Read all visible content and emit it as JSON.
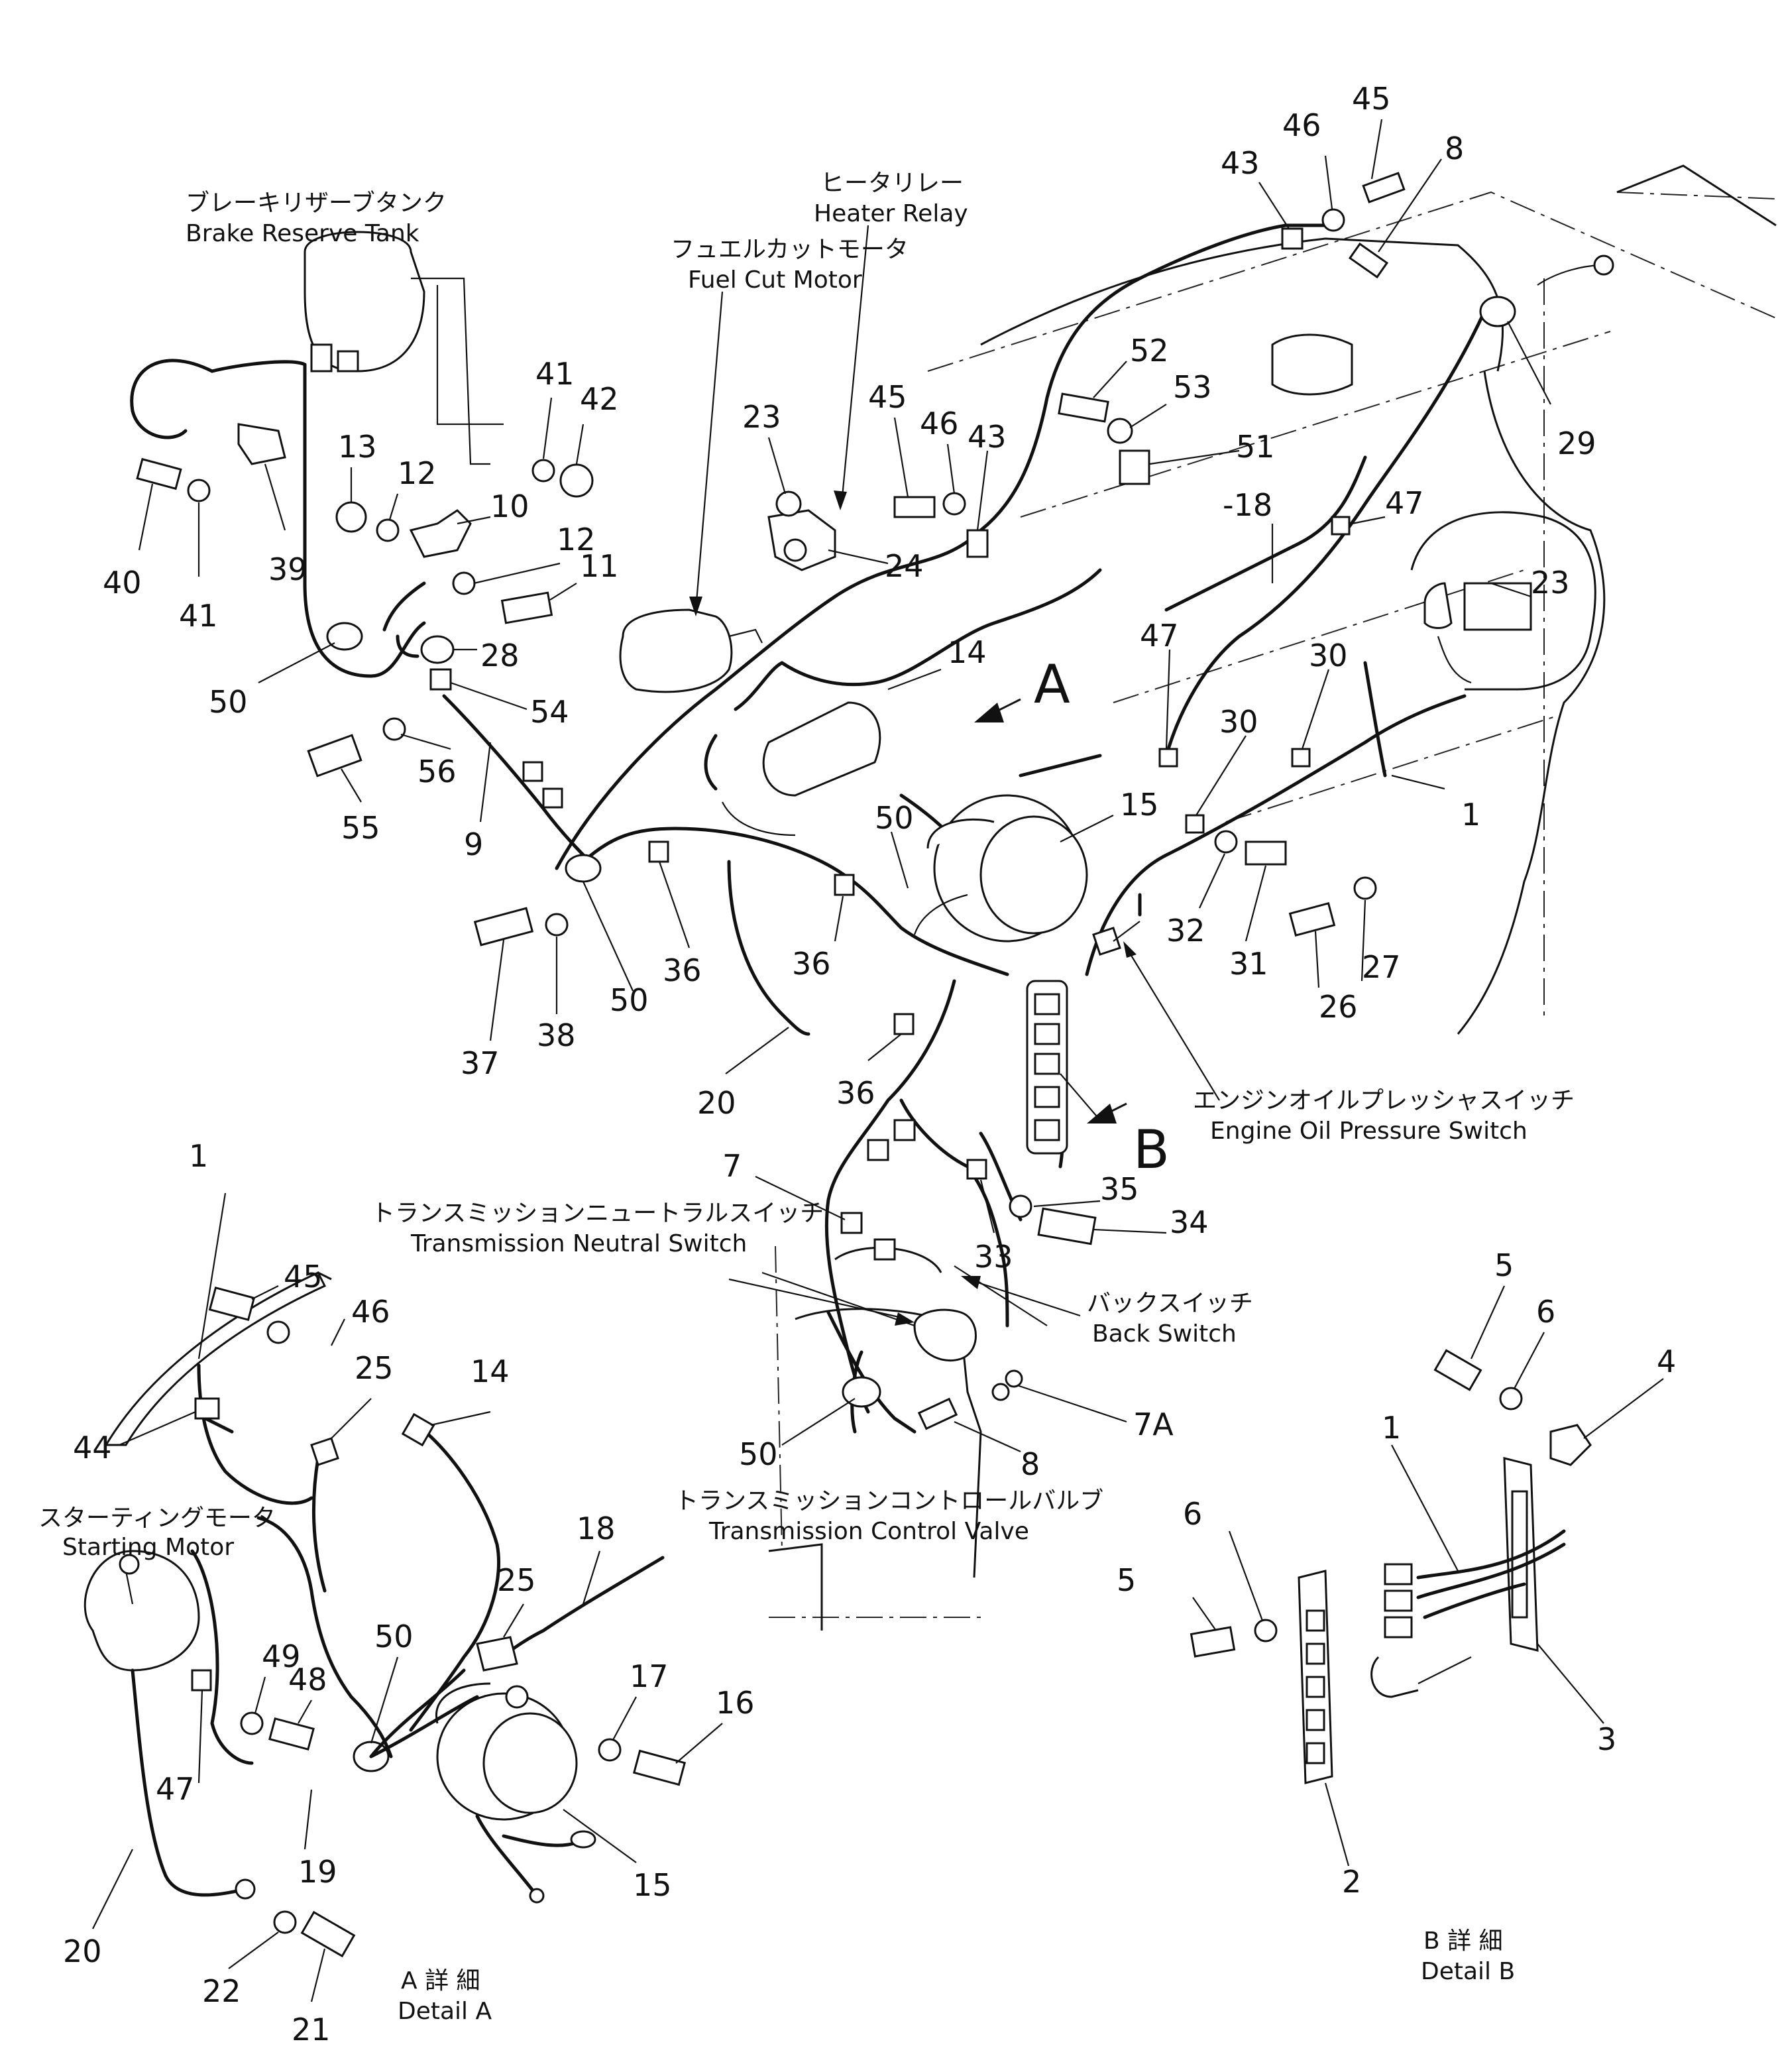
{
  "labels": {
    "brake_reserve_tank": {
      "jp": "ブレーキリザーブタンク",
      "en": "Brake Reserve Tank"
    },
    "heater_relay": {
      "jp": "ヒータリレー",
      "en": "Heater Relay"
    },
    "fuel_cut_motor": {
      "jp": "フュエルカットモータ",
      "en": "Fuel Cut Motor"
    },
    "engine_oil_pressure_switch": {
      "jp": "エンジンオイルプレッシャスイッチ",
      "en": "Engine Oil Pressure Switch"
    },
    "transmission_neutral_switch": {
      "jp": "トランスミッションニュートラルスイッチ",
      "en": "Transmission Neutral Switch"
    },
    "back_switch": {
      "jp": "バックスイッチ",
      "en": "Back Switch"
    },
    "transmission_control_valve": {
      "jp": "トランスミッションコントロールバルブ",
      "en": "Transmission Control Valve"
    },
    "starting_motor": {
      "jp": "スターティングモータ",
      "en": "Starting Motor"
    },
    "detail_a": {
      "jp": "A 詳 細",
      "en": "Detail A"
    },
    "detail_b": {
      "jp": "B 詳 細",
      "en": "Detail B"
    },
    "view_a": "A",
    "view_b": "B"
  },
  "callouts": [
    {
      "id": "c45a",
      "text": "45"
    },
    {
      "id": "c46a",
      "text": "46"
    },
    {
      "id": "c8a",
      "text": "8"
    },
    {
      "id": "c43a",
      "text": "43"
    },
    {
      "id": "c29",
      "text": "29"
    },
    {
      "id": "c52",
      "text": "52"
    },
    {
      "id": "c53",
      "text": "53"
    },
    {
      "id": "c51",
      "text": "51"
    },
    {
      "id": "c18a",
      "text": "-18"
    },
    {
      "id": "c47a",
      "text": "47"
    },
    {
      "id": "c23a",
      "text": "23"
    },
    {
      "id": "c45b",
      "text": "45"
    },
    {
      "id": "c46b",
      "text": "46"
    },
    {
      "id": "c43b",
      "text": "43"
    },
    {
      "id": "c24",
      "text": "24"
    },
    {
      "id": "c23b",
      "text": "23"
    },
    {
      "id": "c41a",
      "text": "41"
    },
    {
      "id": "c42",
      "text": "42"
    },
    {
      "id": "c13",
      "text": "13"
    },
    {
      "id": "c12a",
      "text": "12"
    },
    {
      "id": "c10",
      "text": "10"
    },
    {
      "id": "c12b",
      "text": "12"
    },
    {
      "id": "c11",
      "text": "11"
    },
    {
      "id": "c40",
      "text": "40"
    },
    {
      "id": "c41b",
      "text": "41"
    },
    {
      "id": "c39",
      "text": "39"
    },
    {
      "id": "c28",
      "text": "28"
    },
    {
      "id": "c50a",
      "text": "50"
    },
    {
      "id": "c54",
      "text": "54"
    },
    {
      "id": "c56",
      "text": "56"
    },
    {
      "id": "c55",
      "text": "55"
    },
    {
      "id": "c9",
      "text": "9"
    },
    {
      "id": "c14a",
      "text": "14"
    },
    {
      "id": "c47b",
      "text": "47"
    },
    {
      "id": "c30a",
      "text": "30"
    },
    {
      "id": "c30b",
      "text": "30"
    },
    {
      "id": "c1a",
      "text": "1"
    },
    {
      "id": "c15a",
      "text": "15"
    },
    {
      "id": "c50b",
      "text": "50"
    },
    {
      "id": "c32",
      "text": "32"
    },
    {
      "id": "c31",
      "text": "31"
    },
    {
      "id": "c26",
      "text": "26"
    },
    {
      "id": "c27",
      "text": "27"
    },
    {
      "id": "c36a",
      "text": "36"
    },
    {
      "id": "c36b",
      "text": "36"
    },
    {
      "id": "c36c",
      "text": "36"
    },
    {
      "id": "c37",
      "text": "37"
    },
    {
      "id": "c38",
      "text": "38"
    },
    {
      "id": "c50c",
      "text": "50"
    },
    {
      "id": "c20a",
      "text": "20"
    },
    {
      "id": "c35",
      "text": "35"
    },
    {
      "id": "c34",
      "text": "34"
    },
    {
      "id": "c33",
      "text": "33"
    },
    {
      "id": "c7",
      "text": "7"
    },
    {
      "id": "c7A",
      "text": "7A"
    },
    {
      "id": "c8b",
      "text": "8"
    },
    {
      "id": "c50d",
      "text": "50"
    },
    {
      "id": "c1b",
      "text": "1"
    },
    {
      "id": "c45c",
      "text": "45"
    },
    {
      "id": "c46c",
      "text": "46"
    },
    {
      "id": "c25a",
      "text": "25"
    },
    {
      "id": "c44",
      "text": "44"
    },
    {
      "id": "c14b",
      "text": "14"
    },
    {
      "id": "c18b",
      "text": "18"
    },
    {
      "id": "c25b",
      "text": "25"
    },
    {
      "id": "c50e",
      "text": "50"
    },
    {
      "id": "c49",
      "text": "49"
    },
    {
      "id": "c48",
      "text": "48"
    },
    {
      "id": "c17",
      "text": "17"
    },
    {
      "id": "c16",
      "text": "16"
    },
    {
      "id": "c47c",
      "text": "47"
    },
    {
      "id": "c19",
      "text": "19"
    },
    {
      "id": "c15b",
      "text": "15"
    },
    {
      "id": "c20b",
      "text": "20"
    },
    {
      "id": "c22",
      "text": "22"
    },
    {
      "id": "c21",
      "text": "21"
    },
    {
      "id": "c5a",
      "text": "5"
    },
    {
      "id": "c6a",
      "text": "6"
    },
    {
      "id": "c4",
      "text": "4"
    },
    {
      "id": "c1c",
      "text": "1"
    },
    {
      "id": "c6b",
      "text": "6"
    },
    {
      "id": "c5b",
      "text": "5"
    },
    {
      "id": "c3",
      "text": "3"
    },
    {
      "id": "c2",
      "text": "2"
    }
  ]
}
